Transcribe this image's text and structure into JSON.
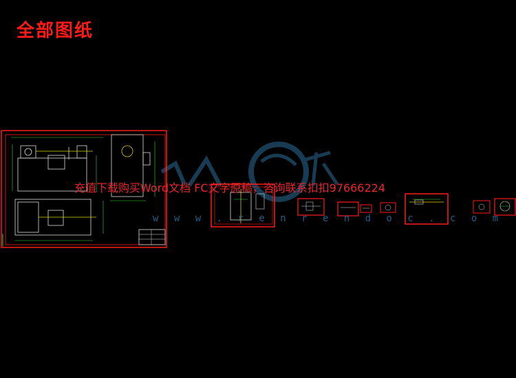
{
  "header": {
    "title": "全部图纸"
  },
  "watermark": {
    "promo_text": "充值下载购买Word文档 FC文字原稿，咨询联系扣扣97666224",
    "url_text": "w w w . r e n r e n d o c . c o m"
  },
  "colors": {
    "background": "#000000",
    "frame": "#ff1a1a",
    "line_white": "#dddddd",
    "line_green": "#33dd33",
    "line_yellow": "#e0d000",
    "watermark_blue": "#2b6e9a"
  },
  "drawings": [
    {
      "id": "main-assembly"
    },
    {
      "id": "sheet-2"
    },
    {
      "id": "sheet-3"
    },
    {
      "id": "sheet-4"
    },
    {
      "id": "sheet-5"
    },
    {
      "id": "sheet-6"
    },
    {
      "id": "sheet-7"
    },
    {
      "id": "sheet-8"
    },
    {
      "id": "sheet-9"
    }
  ]
}
